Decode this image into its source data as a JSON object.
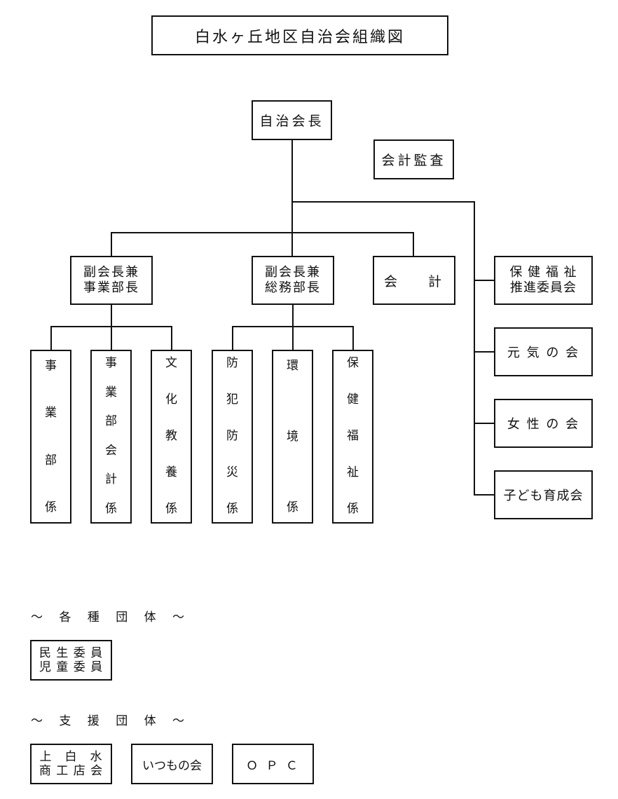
{
  "title": "白水ヶ丘地区自治会組織図",
  "president": "自治会長",
  "auditor": "会計監査",
  "vice_business": [
    "副会長兼",
    "事業部長"
  ],
  "vice_general": [
    "副会長兼",
    "総務部長"
  ],
  "treasurer": [
    "会",
    "計"
  ],
  "business_sections": [
    [
      "事",
      "業",
      "部",
      "係"
    ],
    [
      "事",
      "業",
      "部",
      "会",
      "計",
      "係"
    ],
    [
      "文",
      "化",
      "教",
      "養",
      "係"
    ]
  ],
  "general_sections": [
    [
      "防",
      "犯",
      "防",
      "災",
      "係"
    ],
    [
      "環",
      "境",
      "係"
    ],
    [
      "保",
      "健",
      "福",
      "祉",
      "係"
    ]
  ],
  "committees": {
    "welfare": [
      "保 健 福 祉",
      "推進委員会"
    ],
    "genki": "元 気 の 会",
    "women": "女 性 の 会",
    "children": "子ども育成会"
  },
  "various_groups_heading": "～ 各 種 団 体 ～",
  "minsei": [
    "民 生 委 員",
    "児 童 委 員"
  ],
  "support_groups_heading": "～ 支 援 団 体 ～",
  "kamishiro": [
    "上　白　水",
    "商 工 店 会"
  ],
  "itsumo": "いつもの会",
  "opc": "Ｏ Ｐ Ｃ"
}
